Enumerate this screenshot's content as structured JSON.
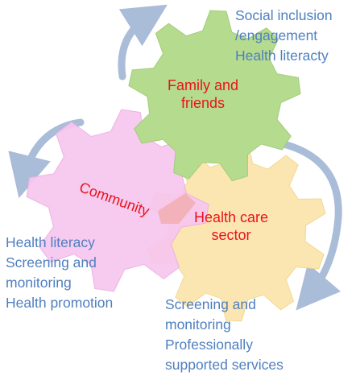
{
  "gears": {
    "family": {
      "label_line1": "Family and",
      "label_line2": "friends",
      "fill": "#b5db8e"
    },
    "community": {
      "label": "Community",
      "fill": "#f7c6ef"
    },
    "health_care": {
      "label_line1": "Health care",
      "label_line2": "sector",
      "fill": "#fbe6b2"
    }
  },
  "notes": {
    "family": [
      "Social inclusion",
      "/engagement",
      "Health literacty"
    ],
    "community": [
      "Health literacy",
      "Screening and",
      "monitoring",
      "Health promotion"
    ],
    "health_care": [
      "Screening and",
      "monitoring",
      "Professionally",
      "supported services"
    ]
  },
  "colors": {
    "note_text": "#4f7fbf",
    "gear_label": "#e8141c",
    "arrow": "#a9bcd8",
    "overlap": "#f2aaaa"
  }
}
